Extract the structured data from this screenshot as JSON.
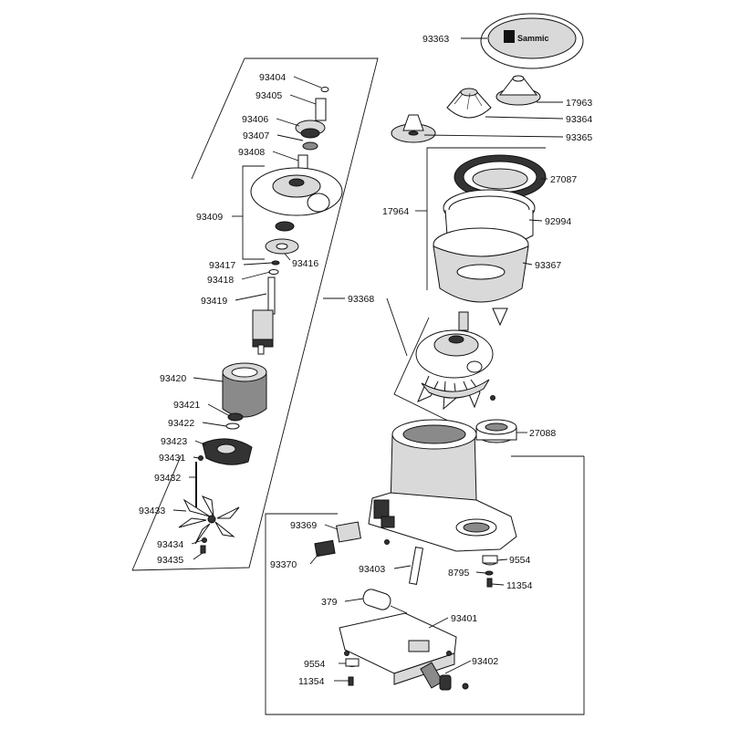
{
  "brand_logo_text": "Sammic",
  "labels": {
    "p93363": "93363",
    "p17963": "17963",
    "p93364": "93364",
    "p93365": "93365",
    "p27087": "27087",
    "p17964": "17964",
    "p92994": "92994",
    "p93367": "93367",
    "p93368": "93368",
    "p27088": "27088",
    "p93404": "93404",
    "p93405": "93405",
    "p93406": "93406",
    "p93407": "93407",
    "p93408": "93408",
    "p93409": "93409",
    "p93417": "93417",
    "p93416": "93416",
    "p93418": "93418",
    "p93419": "93419",
    "p93420": "93420",
    "p93421": "93421",
    "p93422": "93422",
    "p93423": "93423",
    "p93431": "93431",
    "p93432": "93432",
    "p93433": "93433",
    "p93434": "93434",
    "p93435": "93435",
    "p93369": "93369",
    "p93370": "93370",
    "p93403": "93403",
    "p9554a": "9554",
    "p8795": "8795",
    "p11354a": "11354",
    "p379": "379",
    "p93401": "93401",
    "p9554b": "9554",
    "p93402": "93402",
    "p11354b": "11354"
  }
}
